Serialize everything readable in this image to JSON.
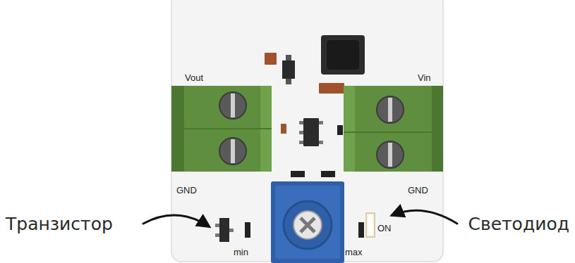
{
  "diagram": {
    "labels": [
      "Vout",
      "Vin",
      "GND",
      "GND",
      "min",
      "max",
      "ON",
      "Транзистор",
      "Светодиод"
    ]
  }
}
